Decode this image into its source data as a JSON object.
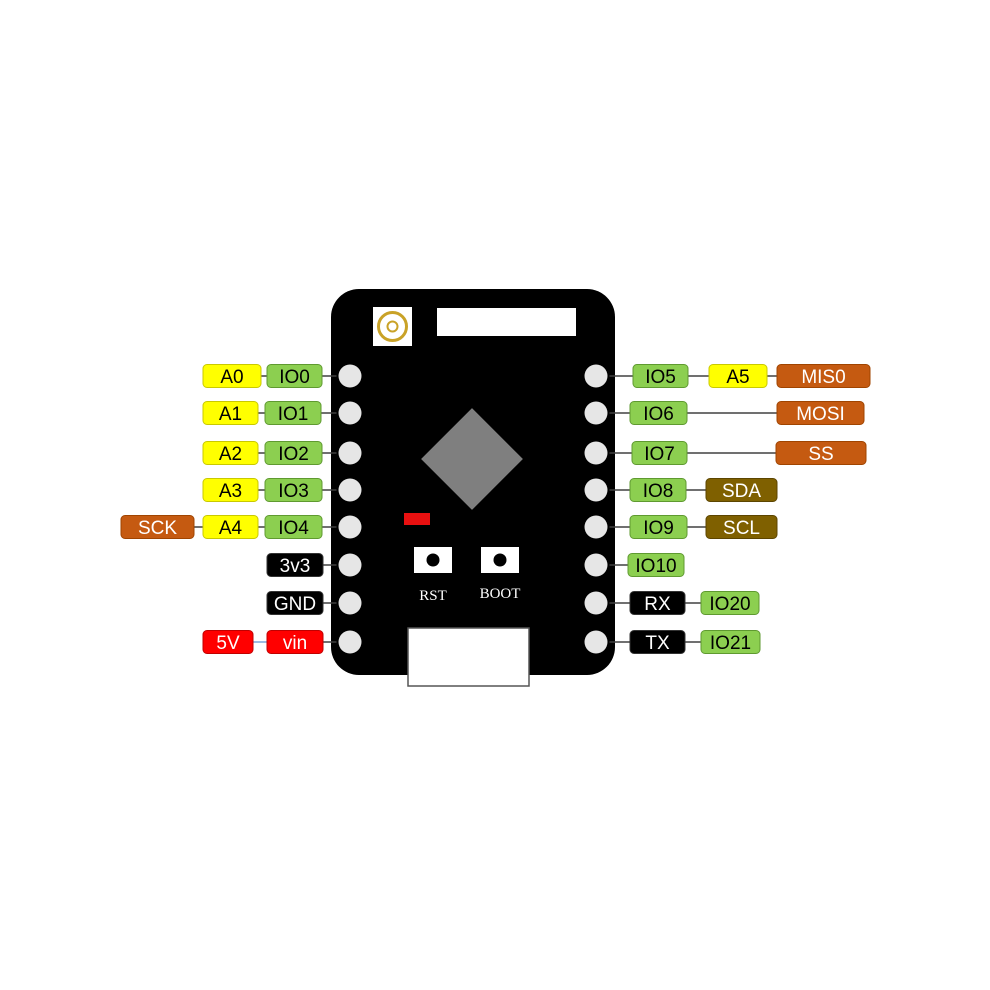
{
  "buttons": {
    "rst": "RST",
    "boot": "BOOT"
  },
  "colors": {
    "board": "#000000",
    "pad": "#e6e6e6",
    "chip": "#7f7f7f",
    "led": "#e81010",
    "yellow": "#ffff00",
    "green": "#8ccf50",
    "orange": "#c55a11",
    "olive": "#7f6000",
    "black": "#000000",
    "red": "#ff0000",
    "antenna": "#c9a227"
  },
  "left_pins": [
    {
      "labels": [
        {
          "text": "A0",
          "color": "yellow"
        },
        {
          "text": "IO0",
          "color": "green"
        }
      ]
    },
    {
      "labels": [
        {
          "text": "A1",
          "color": "yellow"
        },
        {
          "text": "IO1",
          "color": "green"
        }
      ]
    },
    {
      "labels": [
        {
          "text": "A2",
          "color": "yellow"
        },
        {
          "text": "IO2",
          "color": "green"
        }
      ]
    },
    {
      "labels": [
        {
          "text": "A3",
          "color": "yellow"
        },
        {
          "text": "IO3",
          "color": "green"
        }
      ]
    },
    {
      "labels": [
        {
          "text": "SCK",
          "color": "orange"
        },
        {
          "text": "A4",
          "color": "yellow"
        },
        {
          "text": "IO4",
          "color": "green"
        }
      ]
    },
    {
      "labels": [
        {
          "text": "3v3",
          "color": "black"
        }
      ]
    },
    {
      "labels": [
        {
          "text": "GND",
          "color": "black"
        }
      ]
    },
    {
      "labels": [
        {
          "text": "5V",
          "color": "red"
        },
        {
          "text": "vin",
          "color": "red"
        }
      ]
    }
  ],
  "right_pins": [
    {
      "labels": [
        {
          "text": "IO5",
          "color": "green"
        },
        {
          "text": "A5",
          "color": "yellow"
        },
        {
          "text": "MIS0",
          "color": "orange"
        }
      ]
    },
    {
      "labels": [
        {
          "text": "IO6",
          "color": "green"
        },
        {
          "text": "MOSI",
          "color": "orange"
        }
      ]
    },
    {
      "labels": [
        {
          "text": "IO7",
          "color": "green"
        },
        {
          "text": "SS",
          "color": "orange"
        }
      ]
    },
    {
      "labels": [
        {
          "text": "IO8",
          "color": "green"
        },
        {
          "text": "SDA",
          "color": "olive"
        }
      ]
    },
    {
      "labels": [
        {
          "text": "IO9",
          "color": "green"
        },
        {
          "text": "SCL",
          "color": "olive"
        }
      ]
    },
    {
      "labels": [
        {
          "text": "IO10",
          "color": "green"
        }
      ]
    },
    {
      "labels": [
        {
          "text": "RX",
          "color": "black"
        },
        {
          "text": "IO20",
          "color": "green"
        }
      ]
    },
    {
      "labels": [
        {
          "text": "TX",
          "color": "black"
        },
        {
          "text": "IO21",
          "color": "green"
        }
      ]
    }
  ]
}
